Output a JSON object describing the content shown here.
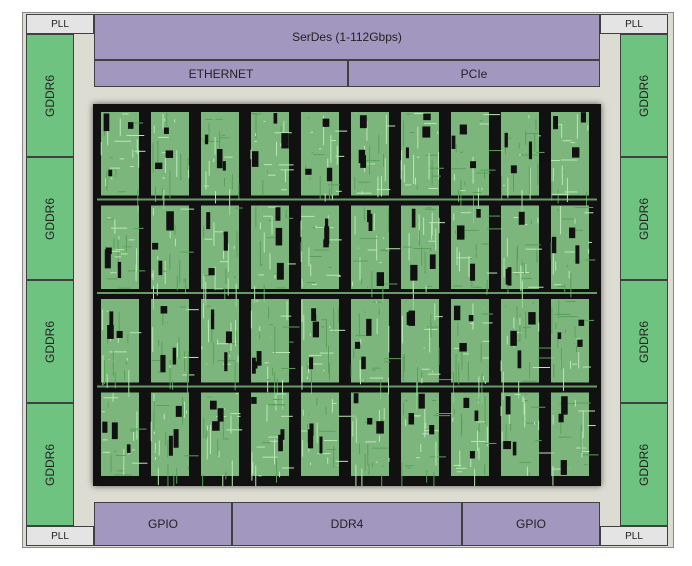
{
  "labels": {
    "pll": "PLL",
    "serdes": "SerDes (1-112Gbps)",
    "ethernet": "ETHERNET",
    "pcie": "PCIe",
    "gddr6": "GDDR6",
    "gpio": "GPIO",
    "ddr4": "DDR4"
  },
  "colors": {
    "io_block": "#a298bf",
    "memory_block": "#6fc381",
    "pll_block": "#e4e4e4",
    "core_background": "#111111",
    "core_tiles": "#8fd48f",
    "die_background": "#dcdcd2"
  },
  "core_grid": {
    "rows": 4,
    "columns": 10
  }
}
